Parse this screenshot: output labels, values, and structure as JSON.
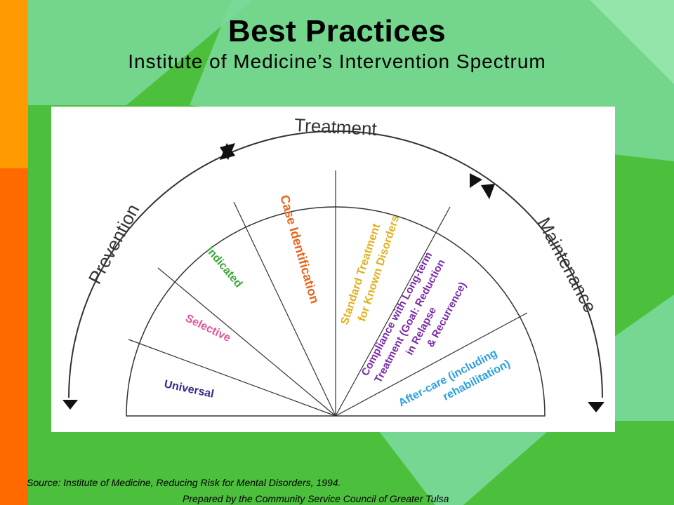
{
  "title": "Best Practices",
  "subtitle": "Institute of Medicine’s Intervention Spectrum",
  "diagram": {
    "phases": {
      "prevention": "Prevention",
      "treatment": "Treatment",
      "maintenance": "Maintenance"
    },
    "segments": {
      "universal": "Universal",
      "selective": "Selective",
      "indicated": "Indicated",
      "case_identification": "Case Identification",
      "standard_treatment": [
        "Standard Treatment",
        "for Known Disorders"
      ],
      "compliance": [
        "Compliance with Long-term",
        "Treatment (Goal: Reduction",
        "in Relapse",
        "& Recurrence)"
      ],
      "aftercare": [
        "After-care (including",
        "rehabilitation)"
      ]
    },
    "colors": {
      "universal": "#3a2a8c",
      "selective": "#e0559a",
      "indicated": "#3aa83a",
      "case_identification": "#e8641e",
      "standard_treatment": "#e0b020",
      "compliance": "#7a2aa8",
      "aftercare": "#2aa0e0"
    }
  },
  "footer": {
    "source": "Source: Institute of Medicine, Reducing Risk for Mental Disorders, 1994.",
    "prepared": "Prepared by the Community Service Council of Greater Tulsa"
  }
}
